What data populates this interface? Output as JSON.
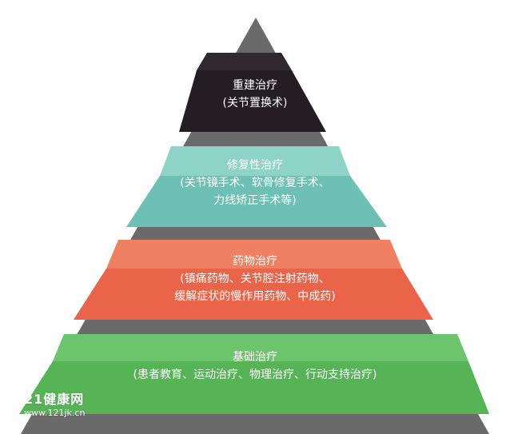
{
  "pyramid": {
    "levels": [
      {
        "title": "重建治疗",
        "details": [
          "(关节置换术)"
        ],
        "color": "#2a2327"
      },
      {
        "title": "修复性治疗",
        "details": [
          "(关节镜手术、软骨修复手术、",
          "力线矫正手术等)"
        ],
        "color": "#6cbfb3"
      },
      {
        "title": "药物治疗",
        "details": [
          "(镇痛药物、关节腔注射药物、",
          "缓解症状的慢作用药物、中成药)"
        ],
        "color": "#ec6a4e"
      },
      {
        "title": "基础治疗",
        "details": [
          "(患者教育、运动治疗、物理治疗、行动支持治疗)"
        ],
        "color": "#5cb85c"
      }
    ],
    "base_color": "#6d6d6d"
  },
  "watermark": {
    "title": "21健康网",
    "url": "www.121jk.cn"
  }
}
